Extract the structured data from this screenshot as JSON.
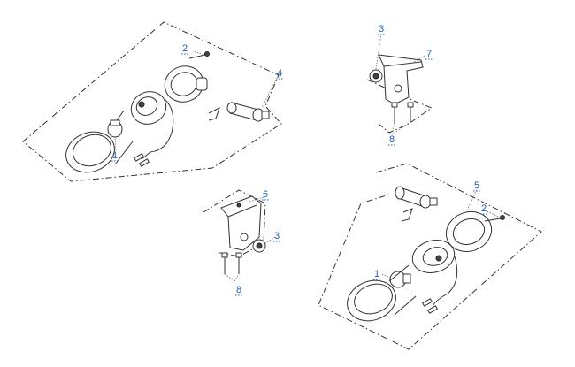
{
  "diagram": {
    "callouts": [
      {
        "id": "c-2a",
        "text": "2"
      },
      {
        "id": "c-4",
        "text": "4"
      },
      {
        "id": "c-1a",
        "text": "1"
      },
      {
        "id": "c-6",
        "text": "6"
      },
      {
        "id": "c-3a",
        "text": "3"
      },
      {
        "id": "c-8a",
        "text": "8"
      },
      {
        "id": "c-3b",
        "text": "3"
      },
      {
        "id": "c-7",
        "text": "7"
      },
      {
        "id": "c-8b",
        "text": "8"
      },
      {
        "id": "c-5",
        "text": "5"
      },
      {
        "id": "c-2b",
        "text": "2"
      },
      {
        "id": "c-1b",
        "text": "1"
      }
    ]
  }
}
